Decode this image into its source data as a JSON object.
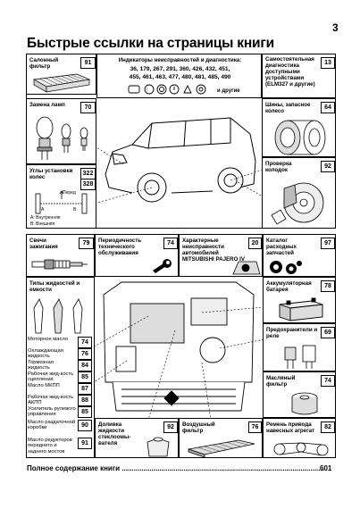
{
  "page_number": "3",
  "title": "Быстрые ссылки на страницы книги",
  "top": {
    "cabin_filter": {
      "label": "Салонный фильтр",
      "page": "91"
    },
    "indicators": {
      "label": "Индикаторы неисправностей и диагностика:",
      "codes_line1": "36, 179, 267, 291, 360, 426, 432, 451,",
      "codes_line2": "455, 461, 463, 477, 480, 481, 485, 490",
      "more": "и другие"
    },
    "self_diag": {
      "label": "Самостоятельная диагностика доступными устройствами (ELM327 и другие)",
      "page": "13"
    },
    "lamps": {
      "label": "Замена ламп",
      "page": "70"
    },
    "tires": {
      "label": "Шины, запасное колесо",
      "page": "64"
    },
    "wheel_angles": {
      "label": "Углы установки колес",
      "page1": "322",
      "page2": "328",
      "front": "Перед",
      "inner": "A: Внутренняя",
      "outer": "B: Внешняя",
      "a": "A",
      "b": "B"
    },
    "pads": {
      "label": "Проверка колодок",
      "page": "92"
    }
  },
  "bottom": {
    "spark": {
      "label": "Свечи зажигания",
      "page": "79"
    },
    "service": {
      "label": "Периодичность технического обслуживания",
      "page": "74"
    },
    "specs": {
      "label": "Характерные неисправности автомобилей MITSUBISHI PAJERO IV",
      "page": "20"
    },
    "parts": {
      "label": "Каталог расходных запчастей",
      "page": "97"
    },
    "fluids": {
      "label": "Типы жидкостей и емкости",
      "items": [
        {
          "name": "Моторное масло",
          "page": "74"
        },
        {
          "name": "Охлаждающая жидкость",
          "page": "76"
        },
        {
          "name": "Тормозная жидкость",
          "page": "84"
        },
        {
          "name": "Рабочая жид-кость сцепления",
          "page": "85"
        },
        {
          "name": "Масло МКПП",
          "page": "87"
        },
        {
          "name": "Рабочая жид-кость АКПП",
          "page": "88"
        },
        {
          "name": "Усилитель рулевого управления",
          "page": "85"
        },
        {
          "name": "Масло раздаточной коробки",
          "page": "90"
        },
        {
          "name": "Масло редукторов переднего и заднего мостов",
          "page": "91"
        }
      ]
    },
    "battery": {
      "label": "Аккумуляторная батарея",
      "page": "78"
    },
    "fuses": {
      "label": "Предохранители и реле",
      "page": "69"
    },
    "oil_filter": {
      "label": "Масляный фильтр",
      "page": "74"
    },
    "washer": {
      "label": "Доливка жидкости стеклоомы-вателя",
      "page": "92"
    },
    "air_filter": {
      "label": "Воздушный фильтр",
      "page": "76"
    },
    "belt": {
      "label": "Ремень привода навесных агрегат",
      "page": "82"
    }
  },
  "toc": {
    "label": "Полное содержание книги ......................................................................................................",
    "page": "601"
  }
}
